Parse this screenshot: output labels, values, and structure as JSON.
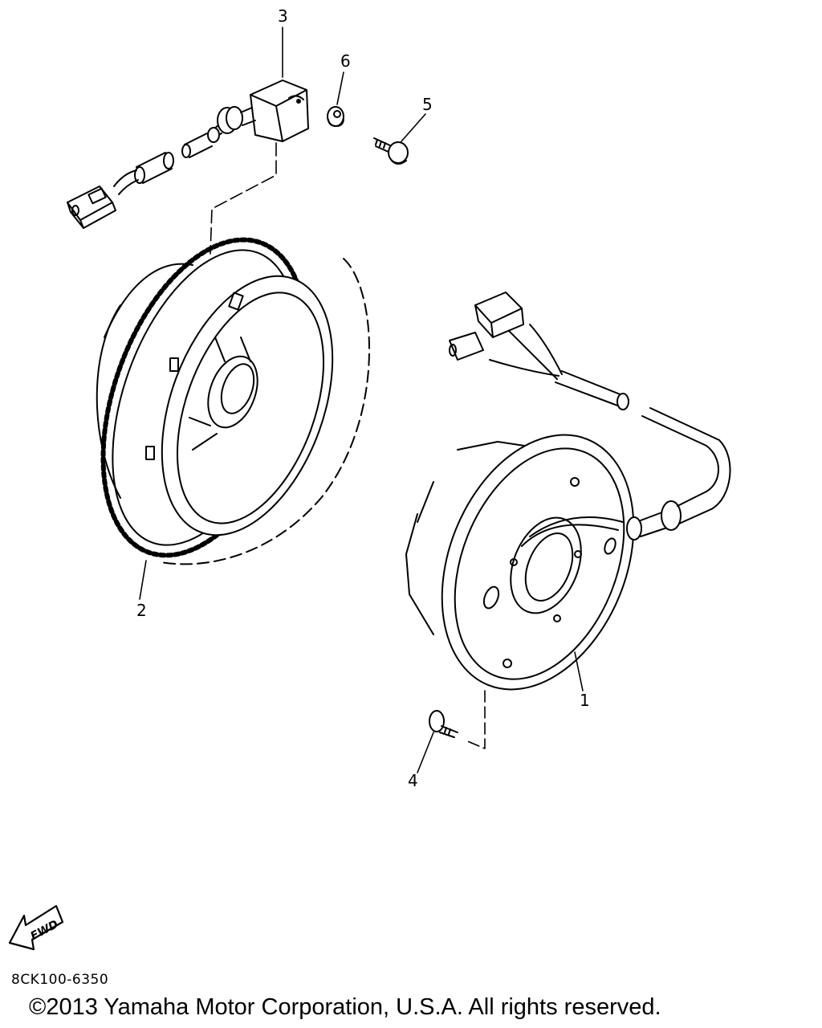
{
  "callouts": [
    "1",
    "2",
    "3",
    "4",
    "5",
    "6"
  ],
  "fwd_label": "FWD",
  "diagram_code": "8CK100-6350",
  "copyright": "©2013 Yamaha Motor Corporation, U.S.A. All rights reserved.",
  "icons": [
    "fwd-arrow-icon"
  ]
}
